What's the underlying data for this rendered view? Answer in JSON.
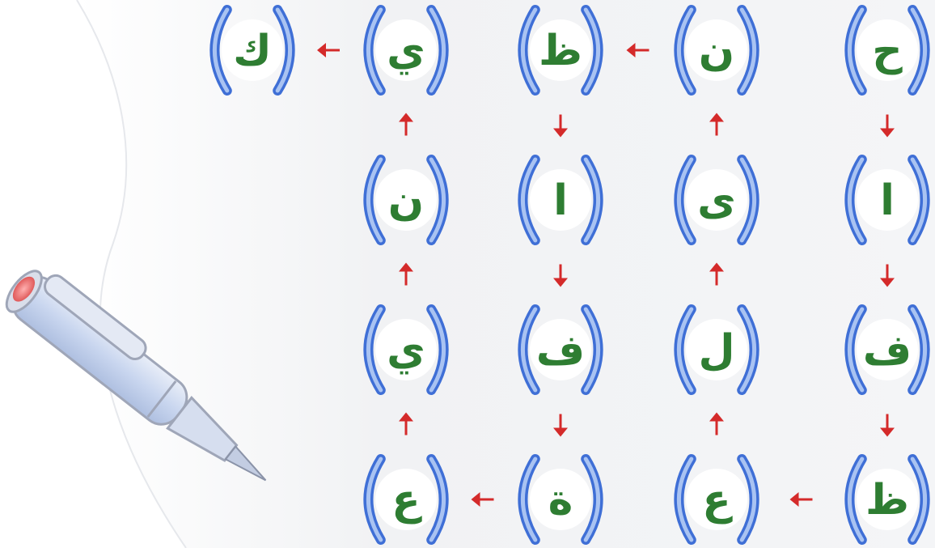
{
  "colors": {
    "letter": "#2e7d32",
    "bracket_outer": "#3f6fd6",
    "bracket_inner": "#a9c3f2",
    "arrow": "#d42a2a",
    "paper": "#f2f3f5"
  },
  "grid": {
    "rows": [
      [
        "ح",
        "ن",
        "ظ",
        "ي",
        "ك"
      ],
      [
        "ا",
        "ى",
        "ا",
        "ن",
        ""
      ],
      [
        "ف",
        "ل",
        "ف",
        "ي",
        ""
      ],
      [
        "ظ",
        "ع",
        "ة",
        "ع",
        ""
      ]
    ],
    "arrows": [
      {
        "from": [
          0,
          0
        ],
        "dir": "down"
      },
      {
        "from": [
          1,
          0
        ],
        "dir": "down"
      },
      {
        "from": [
          2,
          0
        ],
        "dir": "down"
      },
      {
        "from": [
          3,
          0
        ],
        "dir": "left"
      },
      {
        "from": [
          3,
          1
        ],
        "dir": "up"
      },
      {
        "from": [
          2,
          1
        ],
        "dir": "up"
      },
      {
        "from": [
          1,
          1
        ],
        "dir": "up"
      },
      {
        "from": [
          0,
          1
        ],
        "dir": "left"
      },
      {
        "from": [
          0,
          2
        ],
        "dir": "down"
      },
      {
        "from": [
          1,
          2
        ],
        "dir": "down"
      },
      {
        "from": [
          2,
          2
        ],
        "dir": "down"
      },
      {
        "from": [
          3,
          2
        ],
        "dir": "left"
      },
      {
        "from": [
          3,
          3
        ],
        "dir": "up"
      },
      {
        "from": [
          2,
          3
        ],
        "dir": "up"
      },
      {
        "from": [
          1,
          3
        ],
        "dir": "up"
      },
      {
        "from": [
          0,
          3
        ],
        "dir": "left"
      }
    ]
  },
  "decoration": {
    "pen_icon": "pen-icon",
    "paper_icon": "paper-sheet"
  }
}
